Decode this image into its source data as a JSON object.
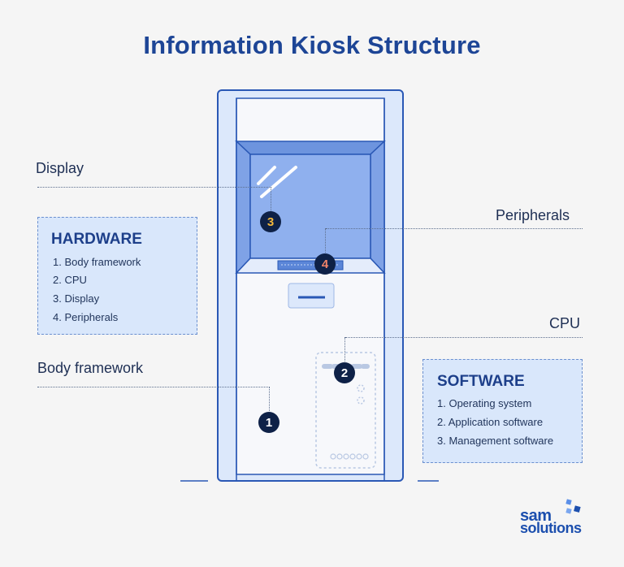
{
  "title": "Information Kiosk Structure",
  "callouts": {
    "display": "Display",
    "peripherals": "Peripherals",
    "cpu": "CPU",
    "body_framework": "Body framework"
  },
  "badges": [
    "1",
    "2",
    "3",
    "4"
  ],
  "hardware": {
    "heading": "HARDWARE",
    "items": [
      "1. Body framework",
      "2. CPU",
      "3. Display",
      "4. Peripherals"
    ]
  },
  "software": {
    "heading": "SOFTWARE",
    "items": [
      "1. Operating system",
      "2. Application software",
      "3. Management software"
    ]
  },
  "logo": {
    "line1": "sam",
    "line2": "solutions"
  },
  "colors": {
    "title": "#1d4596",
    "badge_fill": "#0e2147",
    "badge_3_text": "#f4b83a",
    "badge_4_text": "#f0836a",
    "screen": "#8fb0ee",
    "box_fill": "#d9e7fb",
    "outline": "#2a58b5"
  }
}
